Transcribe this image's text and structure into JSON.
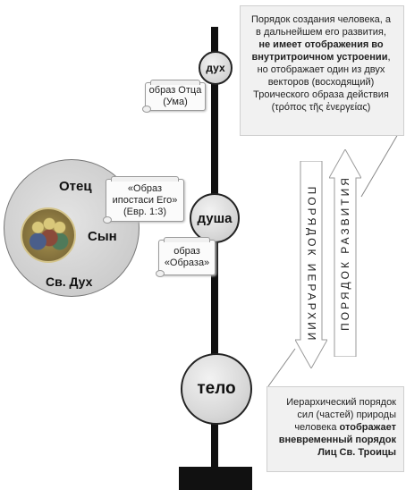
{
  "levels": {
    "spirit": "дух",
    "soul": "душа",
    "body": "тело"
  },
  "trinity": {
    "father": "Отец",
    "son": "Сын",
    "holy_spirit": "Св. Дух"
  },
  "callouts": {
    "father_image": [
      "образ Отца",
      "(Ума)"
    ],
    "hypostasis": [
      "«Образ",
      "ипостаси Его»",
      "(Евр. 1:3)"
    ],
    "image_of_image": [
      "образ",
      "«Образа»"
    ]
  },
  "arrows": {
    "hierarchy": "ПОРЯДОК ИЕРАРХИИ",
    "development": "ПОРЯДОК РАЗВИТИЯ"
  },
  "info_top": {
    "line1": "Порядок создания человека, а",
    "line2": "в дальнейшем его развития,",
    "bold1": "не имеет отображения во",
    "bold2": "внутритроичном устроении",
    "line3": "но отображает один из двух",
    "line4": "векторов (восходящий)",
    "line5": "Троического образа действия",
    "line6": "(τρόπος τῆς ἐνεργείας)"
  },
  "info_bottom": {
    "line1": "Иерархический порядок",
    "line2": "сил (частей) природы",
    "line3": "человека",
    "bold1": "отображает",
    "bold2": "вневременный порядок",
    "bold3": "Лиц Св. Троицы"
  },
  "colors": {
    "axis": "#111111",
    "box_bg": "#f1f1f1",
    "arrow_fill": "#ffffff"
  }
}
